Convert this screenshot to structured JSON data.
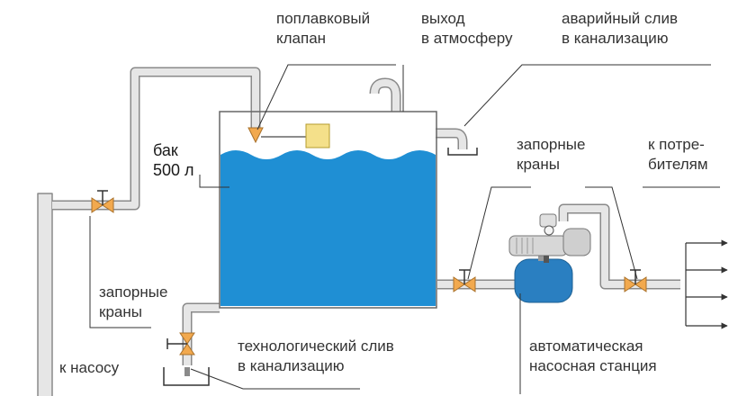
{
  "labels": {
    "float_valve": [
      "поплавковый",
      "клапан"
    ],
    "vent": [
      "выход",
      "в атмосферу"
    ],
    "overflow": [
      "аварийный слив",
      "в канализацию"
    ],
    "tank": [
      "бак",
      "500 л"
    ],
    "shutoff_right": [
      "запорные",
      "краны"
    ],
    "consumers": [
      "к потре-",
      "бителям"
    ],
    "shutoff_left": [
      "запорные",
      "краны"
    ],
    "to_pump": "к насосу",
    "tech_drain": [
      "технологический слив",
      "в канализацию"
    ],
    "pump_station": [
      "автоматическая",
      "насосная станция"
    ]
  },
  "colors": {
    "water": "#1f8fd4",
    "tank_outline": "#666666",
    "pipe_fill": "#e6e6e6",
    "pipe_edge": "#8a8a8a",
    "valve": "#f2a94e",
    "float_box": "#f4e08a",
    "leader_line": "#333333",
    "accumulator": "#2a7fc1",
    "pump_body": "#d7d7d7"
  },
  "icons": {
    "valve": "valve-icon",
    "float": "float-box-icon",
    "arrow": "arrow-icon"
  }
}
